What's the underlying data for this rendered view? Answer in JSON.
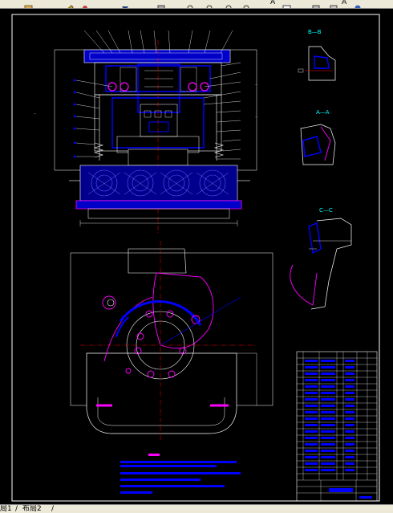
{
  "toolbar": {
    "text_a": "A",
    "text_b": "A"
  },
  "drawing": {
    "section_bb": "B—B",
    "section_aa": "A—A",
    "section_cc": "C—C"
  },
  "status": {
    "tab1": "局1",
    "tab2": "布局2"
  },
  "colors": {
    "background": "#000000",
    "outline": "#ffffff",
    "blue": "#0000ff",
    "magenta": "#ff00ff",
    "red": "#ff0000",
    "cyan": "#00ffff"
  }
}
